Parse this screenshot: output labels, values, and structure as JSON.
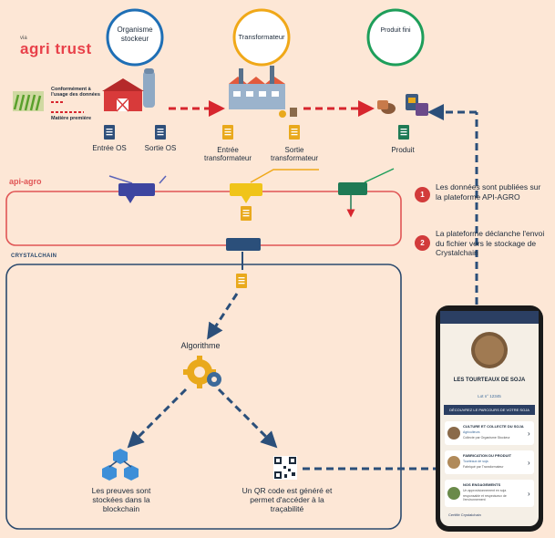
{
  "brand": {
    "via": "via",
    "name": "agri trust",
    "color": "#e8414a"
  },
  "legend": {
    "conformity": "Conformément à l'usage des données",
    "raw_material": "Matière première"
  },
  "actors": {
    "storer": "Organisme stockeur",
    "transformer": "Transformateur",
    "product": "Produit fini"
  },
  "docs": {
    "entree_os": "Entrée OS",
    "sortie_os": "Sortie OS",
    "entree_transformateur": "Entrée transformateur",
    "sortie_transformateur": "Sortie transformateur",
    "produit": "Produit"
  },
  "platforms": {
    "api_agro": "api-agro",
    "crystalchain": "CRYSTALCHAIN"
  },
  "steps": [
    {
      "num": "1",
      "text": "Les données sont publiées sur la plateforme API-AGRO"
    },
    {
      "num": "2",
      "text": "La plateforme déclanche l'envoi du fichier vers le stockage de Crystalchain"
    }
  ],
  "algorithm": {
    "label": "Algorithme"
  },
  "blockchain": {
    "label": "Les preuves sont stockées dans la blockchain"
  },
  "qr": {
    "label": "Un QR code est généré et permet d'accéder à la traçabilité"
  },
  "phone": {
    "title": "LES TOURTEAUX DE SOJA",
    "subtitle": "Lot n° 12345",
    "banner": "DÉCOUVREZ LE PARCOURS DE VOTRE SOJA",
    "cards": [
      {
        "title": "CULTURE ET COLLECTE DU SOJA",
        "line1": "Agriculteurs",
        "line2": "Collecte par Organisme Stockeur"
      },
      {
        "title": "FABRICATION DU PRODUIT",
        "line1": "Tourteaux de soja",
        "line2": "Fabriqué par Transformateur"
      },
      {
        "title": "NOS ENGAGEMENTS",
        "line1": "Un approvisionnement en soja",
        "line2": "responsable et respectueux de l'environnement"
      }
    ],
    "footer": "Certifié Crystalchain"
  },
  "colors": {
    "storer": "#1f6fb5",
    "transformer": "#f0a818",
    "product": "#1e9e5a",
    "api_line": "#e05555",
    "crystal_line": "#2b4a6e",
    "dash_red": "#d7262e",
    "dash_blue": "#2b4f7a"
  }
}
